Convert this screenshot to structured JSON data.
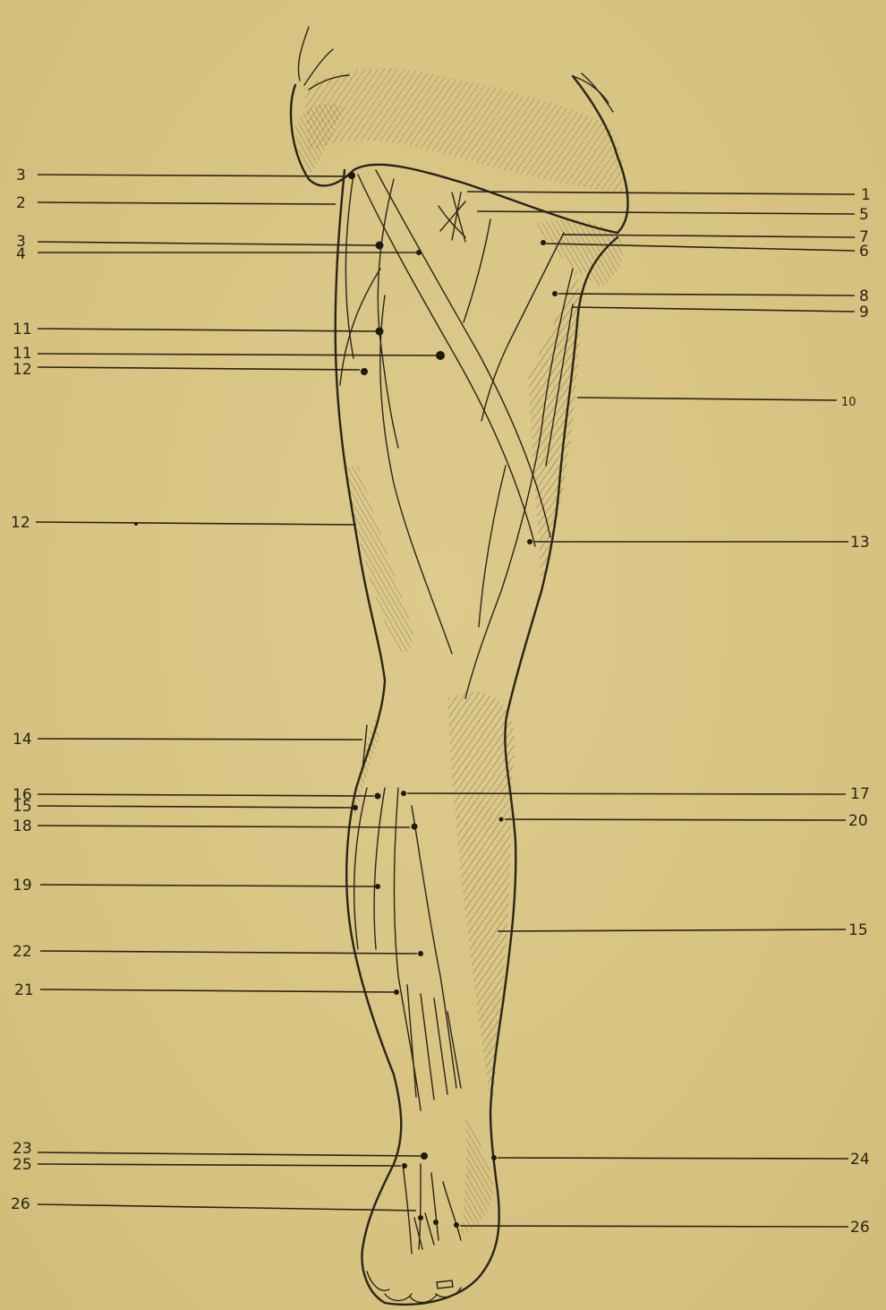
{
  "labels": {
    "l_3a": "3",
    "l_2": "2",
    "l_3b": "3",
    "l_4": "4",
    "l_11a": "11",
    "l_11b": "11",
    "l_12a": "12",
    "l_12b": "12",
    "l_14": "14",
    "l_16": "16",
    "l_15a": "15",
    "l_18": "18",
    "l_19": "19",
    "l_22": "22",
    "l_21": "21",
    "l_23": "23",
    "l_25": "25",
    "l_26a": "26",
    "r_1": "1",
    "r_5": "5",
    "r_7": "7",
    "r_6": "6",
    "r_8": "8",
    "r_9": "9",
    "r_10": "10",
    "r_13": "13",
    "r_17": "17",
    "r_20": "20",
    "r_15": "15",
    "r_24": "24",
    "r_26": "26"
  },
  "colors": {
    "paper": "#d9c585",
    "ink": "#2a2418"
  }
}
